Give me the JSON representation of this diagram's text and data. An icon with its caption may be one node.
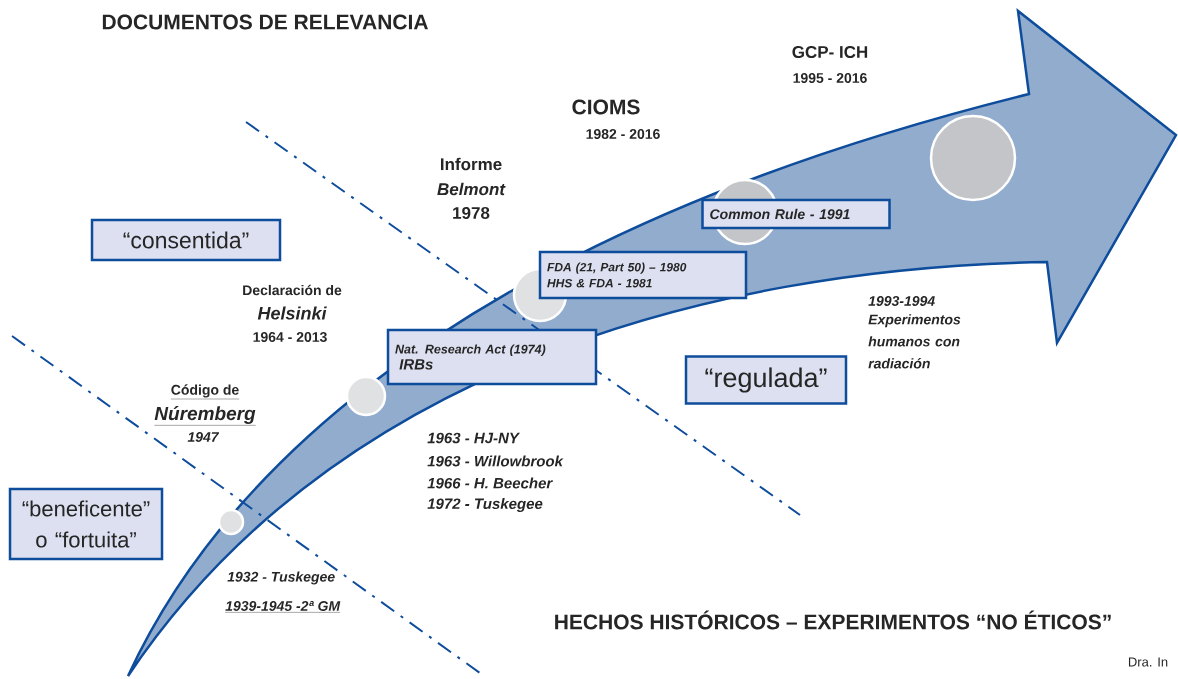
{
  "diagram": {
    "title": "DOCUMENTOS DE RELEVANCIA",
    "nodes": [
      {
        "text": [
          "“consentida”"
        ]
      },
      {
        "text": [
          "“beneficente” o “fortuita”"
        ]
      },
      {
        "text": [
          "“regulada”"
        ]
      },
      {
        "text": [],
        "shape": "circle"
      },
      {
        "text": [],
        "shape": "circle"
      },
      {
        "text": [
          "Nat. Research Act  (1974)",
          "IRBs"
        ]
      },
      {
        "text": [],
        "shape": "circle"
      },
      {
        "text": [
          "FDA (21, Part 50) – 1980",
          "HHS & FDA  - 1981"
        ]
      },
      {
        "text": [],
        "shape": "circle"
      },
      {
        "text": [
          "Common Rule - 1991"
        ]
      },
      {
        "text": [],
        "shape": "circle"
      }
    ],
    "labels": [
      "GCP- ICH",
      "1995 - 2016",
      "CIOMS",
      "1982 - 2016",
      "Informe",
      "Belmont",
      "1978",
      "Declaración de",
      "Helsinki",
      "1964 - 2013",
      "Código de",
      "Núremberg",
      "1947",
      "1963 - HJ-NY",
      "1963 - Willowbrook",
      "1966 - H. Beecher",
      "1972 - Tuskegee",
      "1932 - Tuskegee",
      "1939-1945 -2ª  GM",
      "1993-1994",
      "Experimentos humanos con radiación",
      "HECHOS HISTÓRICOS – EXPERIMENTOS “NO ÉTICOS”",
      "Dra. In"
    ]
  }
}
